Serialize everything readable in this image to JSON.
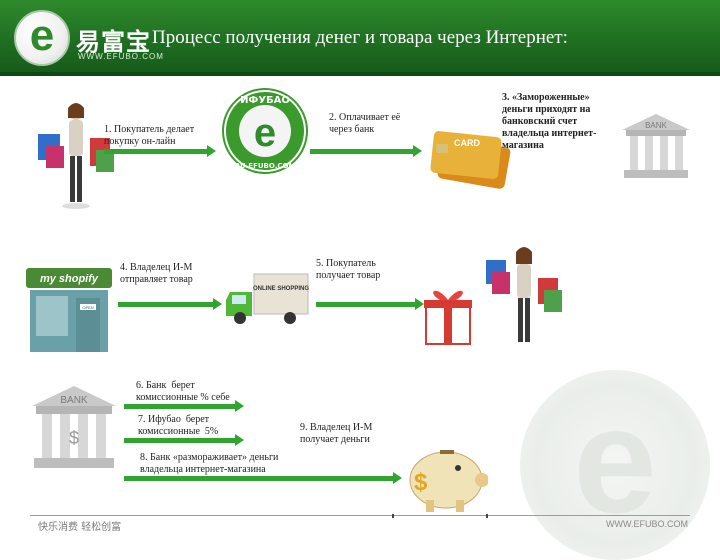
{
  "header": {
    "logo_cn": "易富宝",
    "logo_url": "WWW.EFUBO.COM",
    "title": "Процесс получения денег и товара через Интернет:"
  },
  "badge": {
    "top_text": "ИФУБАО",
    "bottom_text": "RU.EFUBO.COM"
  },
  "card": {
    "text": "CARD"
  },
  "bank": {
    "sign": "BANK"
  },
  "van": {
    "text": "ONLINE SHOPPING"
  },
  "shop": {
    "sign": "my shopify",
    "door_sign": "OPEN"
  },
  "steps": {
    "s1": "1. Покупатель делает\nпокупку он-лайн",
    "s2": "2. Оплачивает её\nчерез банк",
    "s3": "3. «Замороженные»\nденьги приходят на\nбанковский счет\nвладельца интернет-\nмагазина",
    "s4": "4. Владелец И-М\nотправляет товар",
    "s5": "5. Покупатель\nполучает товар",
    "s6": "6. Банк  берет\nкомиссионные % себе",
    "s7": "7. Ифубао  берет\nкомиссионные  5%",
    "s8": "8. Банк «размораживает» деньги\nвладельца интернет-магазина",
    "s9": "9. Владелец И-М\nполучает деньги"
  },
  "footer": {
    "cn": "快乐消费  轻松创富",
    "url": "WWW.EFUBO.COM"
  },
  "colors": {
    "header_green": "#2f8a2c",
    "arrow_green": "#2fa530",
    "badge_green": "#3a9a2c"
  }
}
